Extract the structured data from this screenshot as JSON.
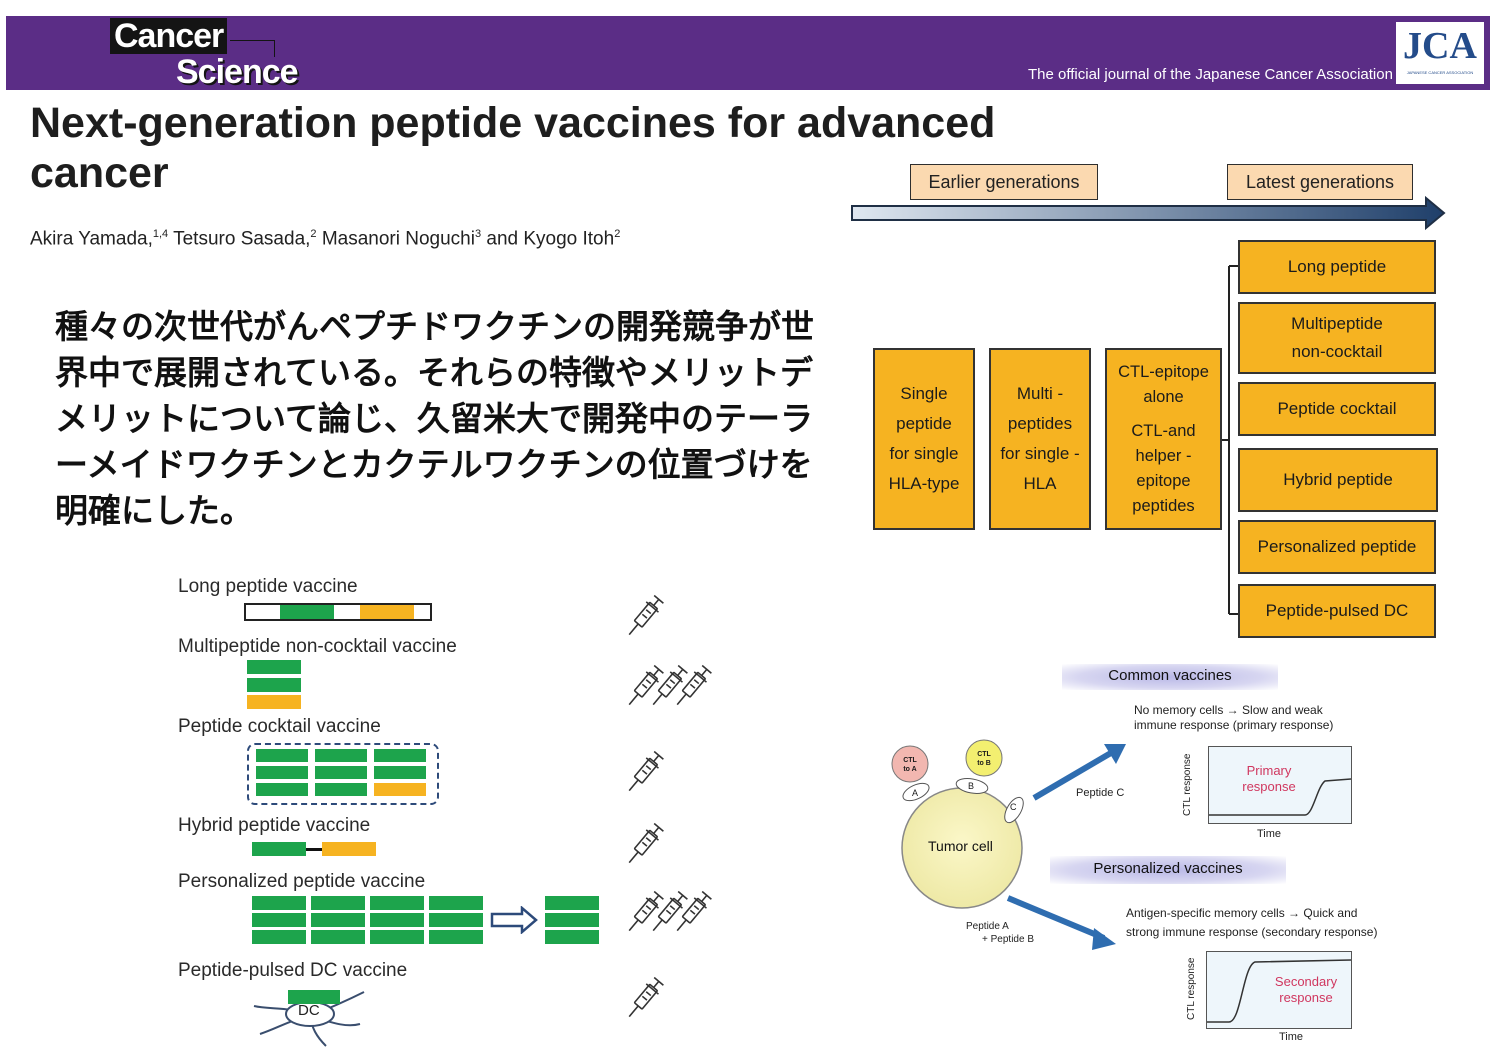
{
  "header": {
    "logo_top": "Cancer",
    "logo_bottom": "Science",
    "tagline": "The official journal of the Japanese Cancer Association",
    "jca_logo": "JCA",
    "jca_sub": "JAPANESE CANCER ASSOCIATION",
    "banner_color": "#5b2d86"
  },
  "paper": {
    "title": "Next-generation peptide vaccines for advanced cancer",
    "authors": [
      {
        "name": "Akira Yamada,",
        "aff": "1,4"
      },
      {
        "name": " Tetsuro Sasada,",
        "aff": "2"
      },
      {
        "name": " Masanori Noguchi",
        "aff": "3"
      },
      {
        "name": " and Kyogo Itoh",
        "aff": "2"
      }
    ]
  },
  "summary_jp": "種々の次世代がんペプチドワクチンの開発競争が世界中で展開されている。それらの特徴やメリットデメリットについて論じ、久留米大で開発中のテーラーメイドワクチンとカクテルワクチンの位置づけを明確にした。",
  "generations": {
    "earlier_label": "Earlier generations",
    "latest_label": "Latest generations",
    "early_boxes": [
      {
        "lines": [
          "Single",
          "peptide",
          "for single",
          "HLA-type"
        ]
      },
      {
        "lines": [
          "Multi -",
          "peptides",
          "for single -",
          "HLA"
        ]
      },
      {
        "lines": [
          "CTL-epitope",
          "alone",
          "CTL-and",
          "helper -",
          "epitope",
          "peptides"
        ]
      }
    ],
    "latest_boxes": [
      {
        "lines": [
          "Long peptide"
        ]
      },
      {
        "lines": [
          "Multipeptide",
          "non-cocktail"
        ]
      },
      {
        "lines": [
          "Peptide cocktail"
        ]
      },
      {
        "lines": [
          "Hybrid peptide"
        ]
      },
      {
        "lines": [
          "Personalized peptide"
        ]
      },
      {
        "lines": [
          "Peptide-pulsed DC"
        ]
      }
    ],
    "box_color": "#f6b321"
  },
  "vaccines": {
    "items": [
      {
        "label": "Long peptide vaccine",
        "syringes": 1
      },
      {
        "label": "Multipeptide non-cocktail vaccine",
        "syringes": 3
      },
      {
        "label": "Peptide cocktail vaccine",
        "syringes": 1
      },
      {
        "label": "Hybrid peptide vaccine",
        "syringes": 1
      },
      {
        "label": "Personalized peptide vaccine",
        "syringes": 3
      },
      {
        "label": "Peptide-pulsed DC vaccine",
        "syringes": 1
      }
    ],
    "dc_label": "DC",
    "green": "#1da44c",
    "orange": "#f6b321"
  },
  "immune": {
    "common_title": "Common vaccines",
    "common_desc_1": "No memory cells  →  Slow and weak",
    "common_desc_2": "immune response (primary response)",
    "personalized_title": "Personalized vaccines",
    "pers_desc_1": "Antigen-specific  memory cells  →  Quick and",
    "pers_desc_2": "strong immune response (secondary response)",
    "ctl_a": [
      "CTL",
      "to A"
    ],
    "ctl_b": [
      "CTL",
      "to B"
    ],
    "antigen_a": "A",
    "antigen_b": "B",
    "antigen_c": "C",
    "tumor_cell": "Tumor cell",
    "peptide_c": "Peptide C",
    "peptide_ab_1": "Peptide A",
    "peptide_ab_2": "+ Peptide B",
    "y_axis": "CTL response",
    "x_axis": "Time",
    "primary": [
      "Primary",
      "response"
    ],
    "secondary": [
      "Secondary",
      "response"
    ]
  }
}
